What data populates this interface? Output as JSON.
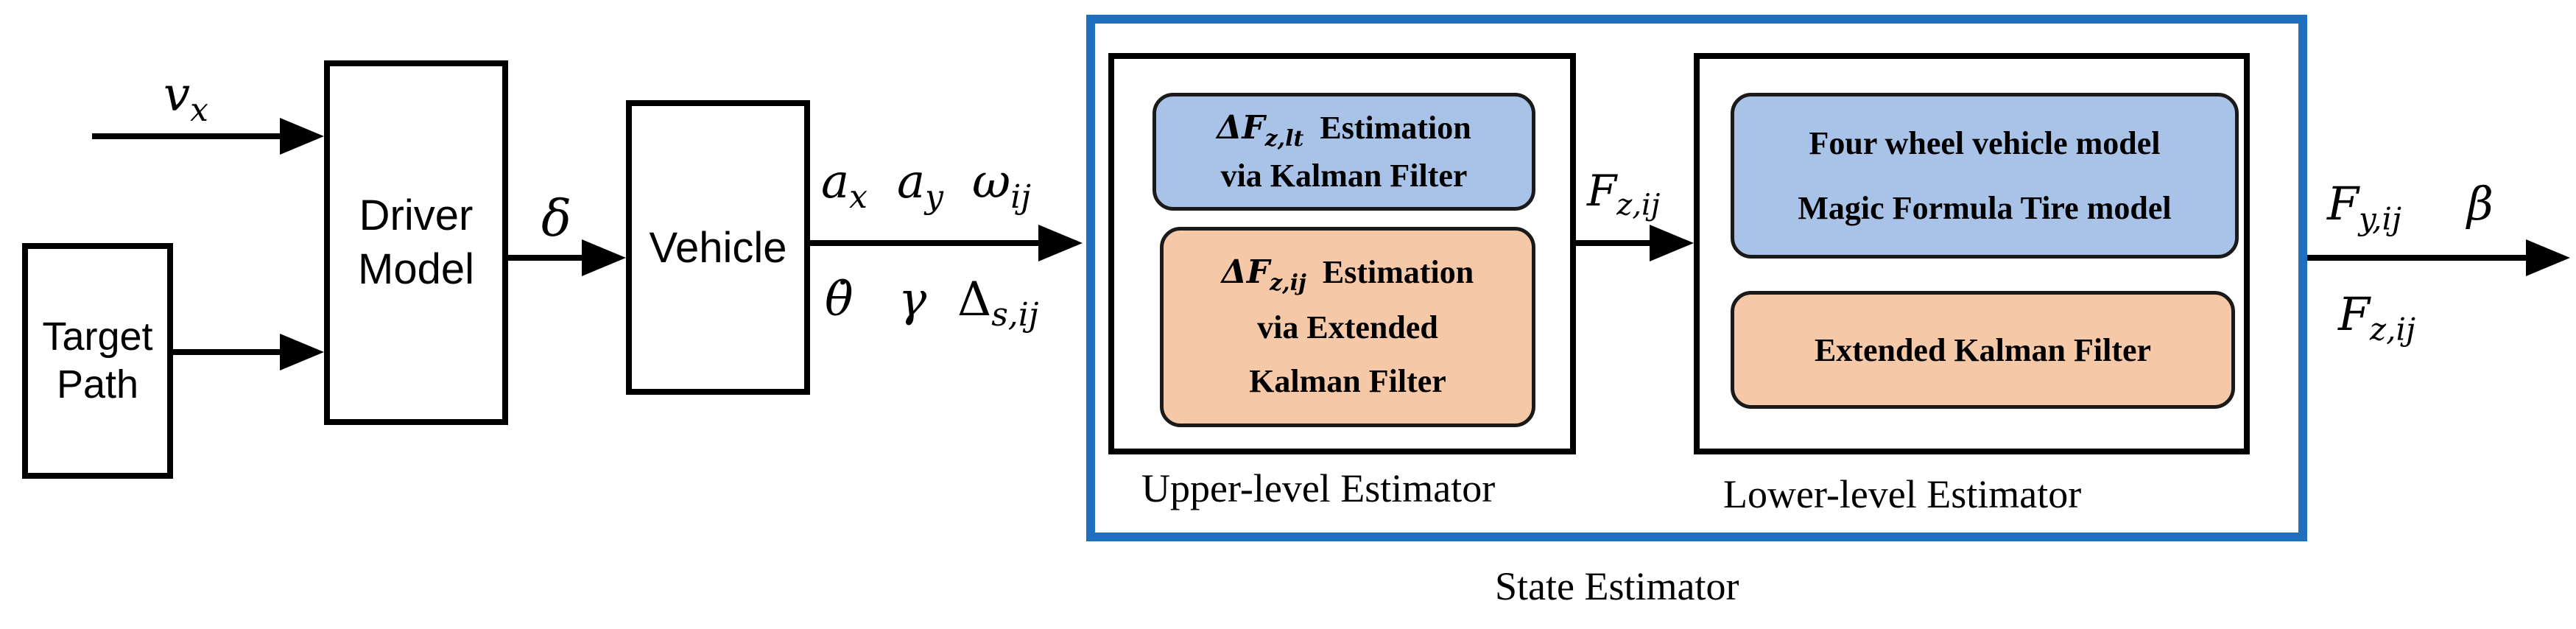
{
  "inputs": {
    "vx": "v",
    "vx_sub": "x",
    "target_path_line1": "Target",
    "target_path_line2": "Path"
  },
  "blocks": {
    "driver_line1": "Driver",
    "driver_line2": "Model",
    "vehicle": "Vehicle"
  },
  "signals": {
    "delta": "δ",
    "ax": "a",
    "ax_sub": "x",
    "ay": "a",
    "ay_sub": "y",
    "omega": "ω",
    "omega_sub": "ij",
    "thetadot": "θ̇",
    "gamma": "γ",
    "delta_s": "Δ",
    "delta_s_sub": "s,ij",
    "fz_mid": "F",
    "fz_mid_sub": "z,ij",
    "fy_out": "F",
    "fy_out_sub": "y,ij",
    "beta": "β",
    "fz_out": "F",
    "fz_out_sub": "z,ij"
  },
  "upper": {
    "pill1_prefix": "ΔF",
    "pill1_sub": "z,lt",
    "pill1_rest": "Estimation",
    "pill1_line2": "via Kalman Filter",
    "pill2_prefix": "ΔF",
    "pill2_sub": "z,ij",
    "pill2_rest": "Estimation",
    "pill2_line2": "via Extended",
    "pill2_line3": "Kalman Filter",
    "caption": "Upper-level Estimator"
  },
  "lower": {
    "pill1_line1": "Four wheel vehicle model",
    "pill1_line2": "Magic Formula Tire model",
    "pill2": "Extended Kalman Filter",
    "caption": "Lower-level Estimator"
  },
  "state_estimator_caption": "State Estimator",
  "colors": {
    "state_border": "#1f6fbf",
    "pill_blue": "#a9c3e8",
    "pill_orange": "#f5c9a8"
  }
}
